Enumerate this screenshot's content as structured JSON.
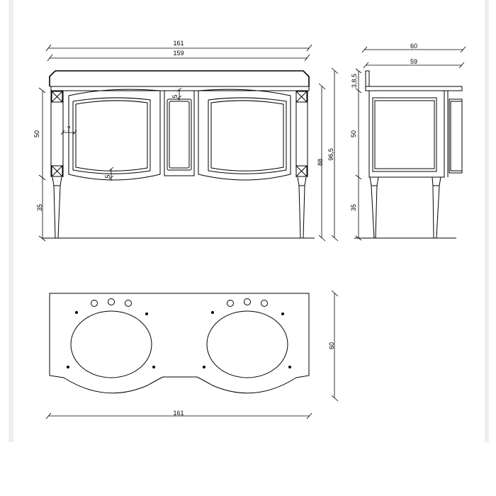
{
  "front_view": {
    "width_top": "161",
    "width_body": "159",
    "cabinet_height": "50",
    "leg_height": "35",
    "height_to_top": "88",
    "total_height": "96,5",
    "frame_width": "7",
    "bottom_gap": "5",
    "center_gap": "5"
  },
  "side_view": {
    "depth_top": "60",
    "depth_body": "59",
    "backsplash": "3,8,5",
    "cabinet_height": "50",
    "leg_height": "35"
  },
  "top_view": {
    "width": "161",
    "depth": "60"
  }
}
